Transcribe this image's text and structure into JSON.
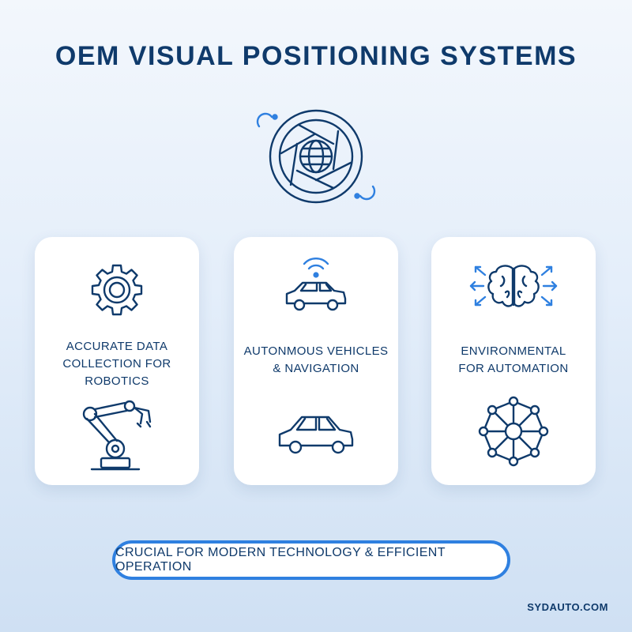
{
  "header": {
    "title": "OEM VISUAL POSITIONING SYSTEMS"
  },
  "hero": {
    "icon": "camera-aperture-globe-icon"
  },
  "cards": [
    {
      "top_icon": "gear-icon",
      "label_line1": "ACCURATE DATA",
      "label_line2": "COLLECTION FOR",
      "label_line3": "ROBOTICS",
      "bottom_icon": "robotic-arm-icon"
    },
    {
      "top_icon": "connected-car-icon",
      "label_line1": "AUTONMOUS VEHICLES",
      "label_line2": "& NAVIGATION",
      "bottom_icon": "car-icon"
    },
    {
      "top_icon": "brain-icon",
      "label_line1": "ENVIRONMENTAL",
      "label_line2": "FOR AUTOMATION",
      "bottom_icon": "network-hub-icon"
    }
  ],
  "banner": {
    "text": "CRUCIAL FOR MODERN TECHNOLOGY & EFFICIENT OPERATION"
  },
  "footer": {
    "site": "SYDAUTO.COM"
  },
  "colors": {
    "navy": "#0f3a6b",
    "accent": "#2f80e0"
  }
}
